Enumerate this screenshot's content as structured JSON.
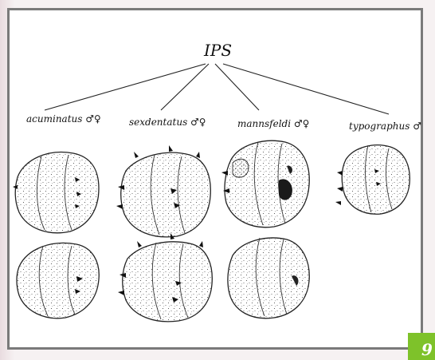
{
  "genus": "IPS",
  "species": [
    "acuminatus ♂♀",
    "sexdentatus ♂♀",
    "mannsfeldi ♂♀",
    "typographus ♂"
  ],
  "figures": [
    "acuminatus-specimen",
    "sexdentatus-specimen",
    "mannsfeldi-specimen",
    "typographus-specimen"
  ],
  "badge_text": "9",
  "colors": {
    "frame_border": "#7a7a7a",
    "page_background": "#f4eef0",
    "badge_green": "#7ec22a",
    "ink": "#111111"
  }
}
